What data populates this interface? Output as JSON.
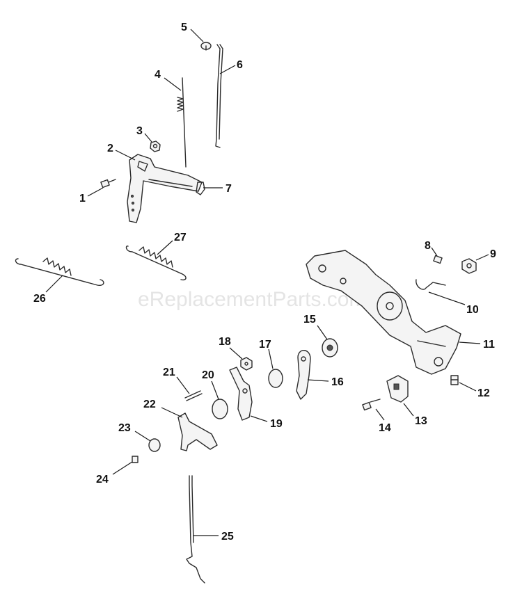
{
  "watermark": "eReplacementParts.com",
  "callouts": [
    "1",
    "2",
    "3",
    "4",
    "5",
    "6",
    "7",
    "8",
    "9",
    "10",
    "11",
    "12",
    "13",
    "14",
    "15",
    "16",
    "17",
    "18",
    "19",
    "20",
    "21",
    "22",
    "23",
    "24",
    "25",
    "26",
    "27"
  ]
}
